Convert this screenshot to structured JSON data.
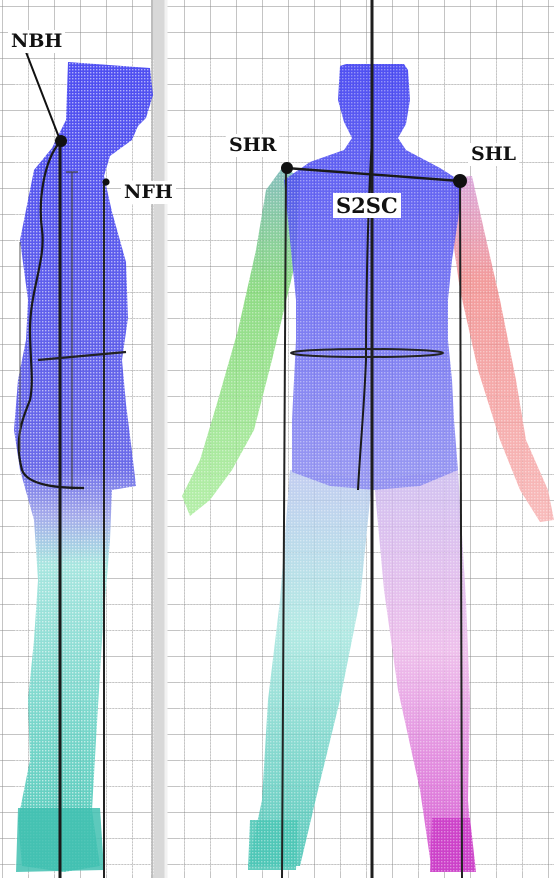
{
  "labels": {
    "nbh": "NBH",
    "nfh": "NFH",
    "shr": "SHR",
    "shl": "SHL",
    "s2sc": "S2SC"
  },
  "colors": {
    "background": "#ffffff",
    "grid": "#8a8a8a",
    "panel_divider": "#d8d8d8",
    "torso": "#4b4be8",
    "legs_side": "#5fc9c0",
    "left_arm": "#6ccf6a",
    "right_arm": "#ec6e6e",
    "left_leg_lower": "#4fc4b4",
    "right_leg_lower": "#cf55c9",
    "measure_line": "#111111"
  }
}
